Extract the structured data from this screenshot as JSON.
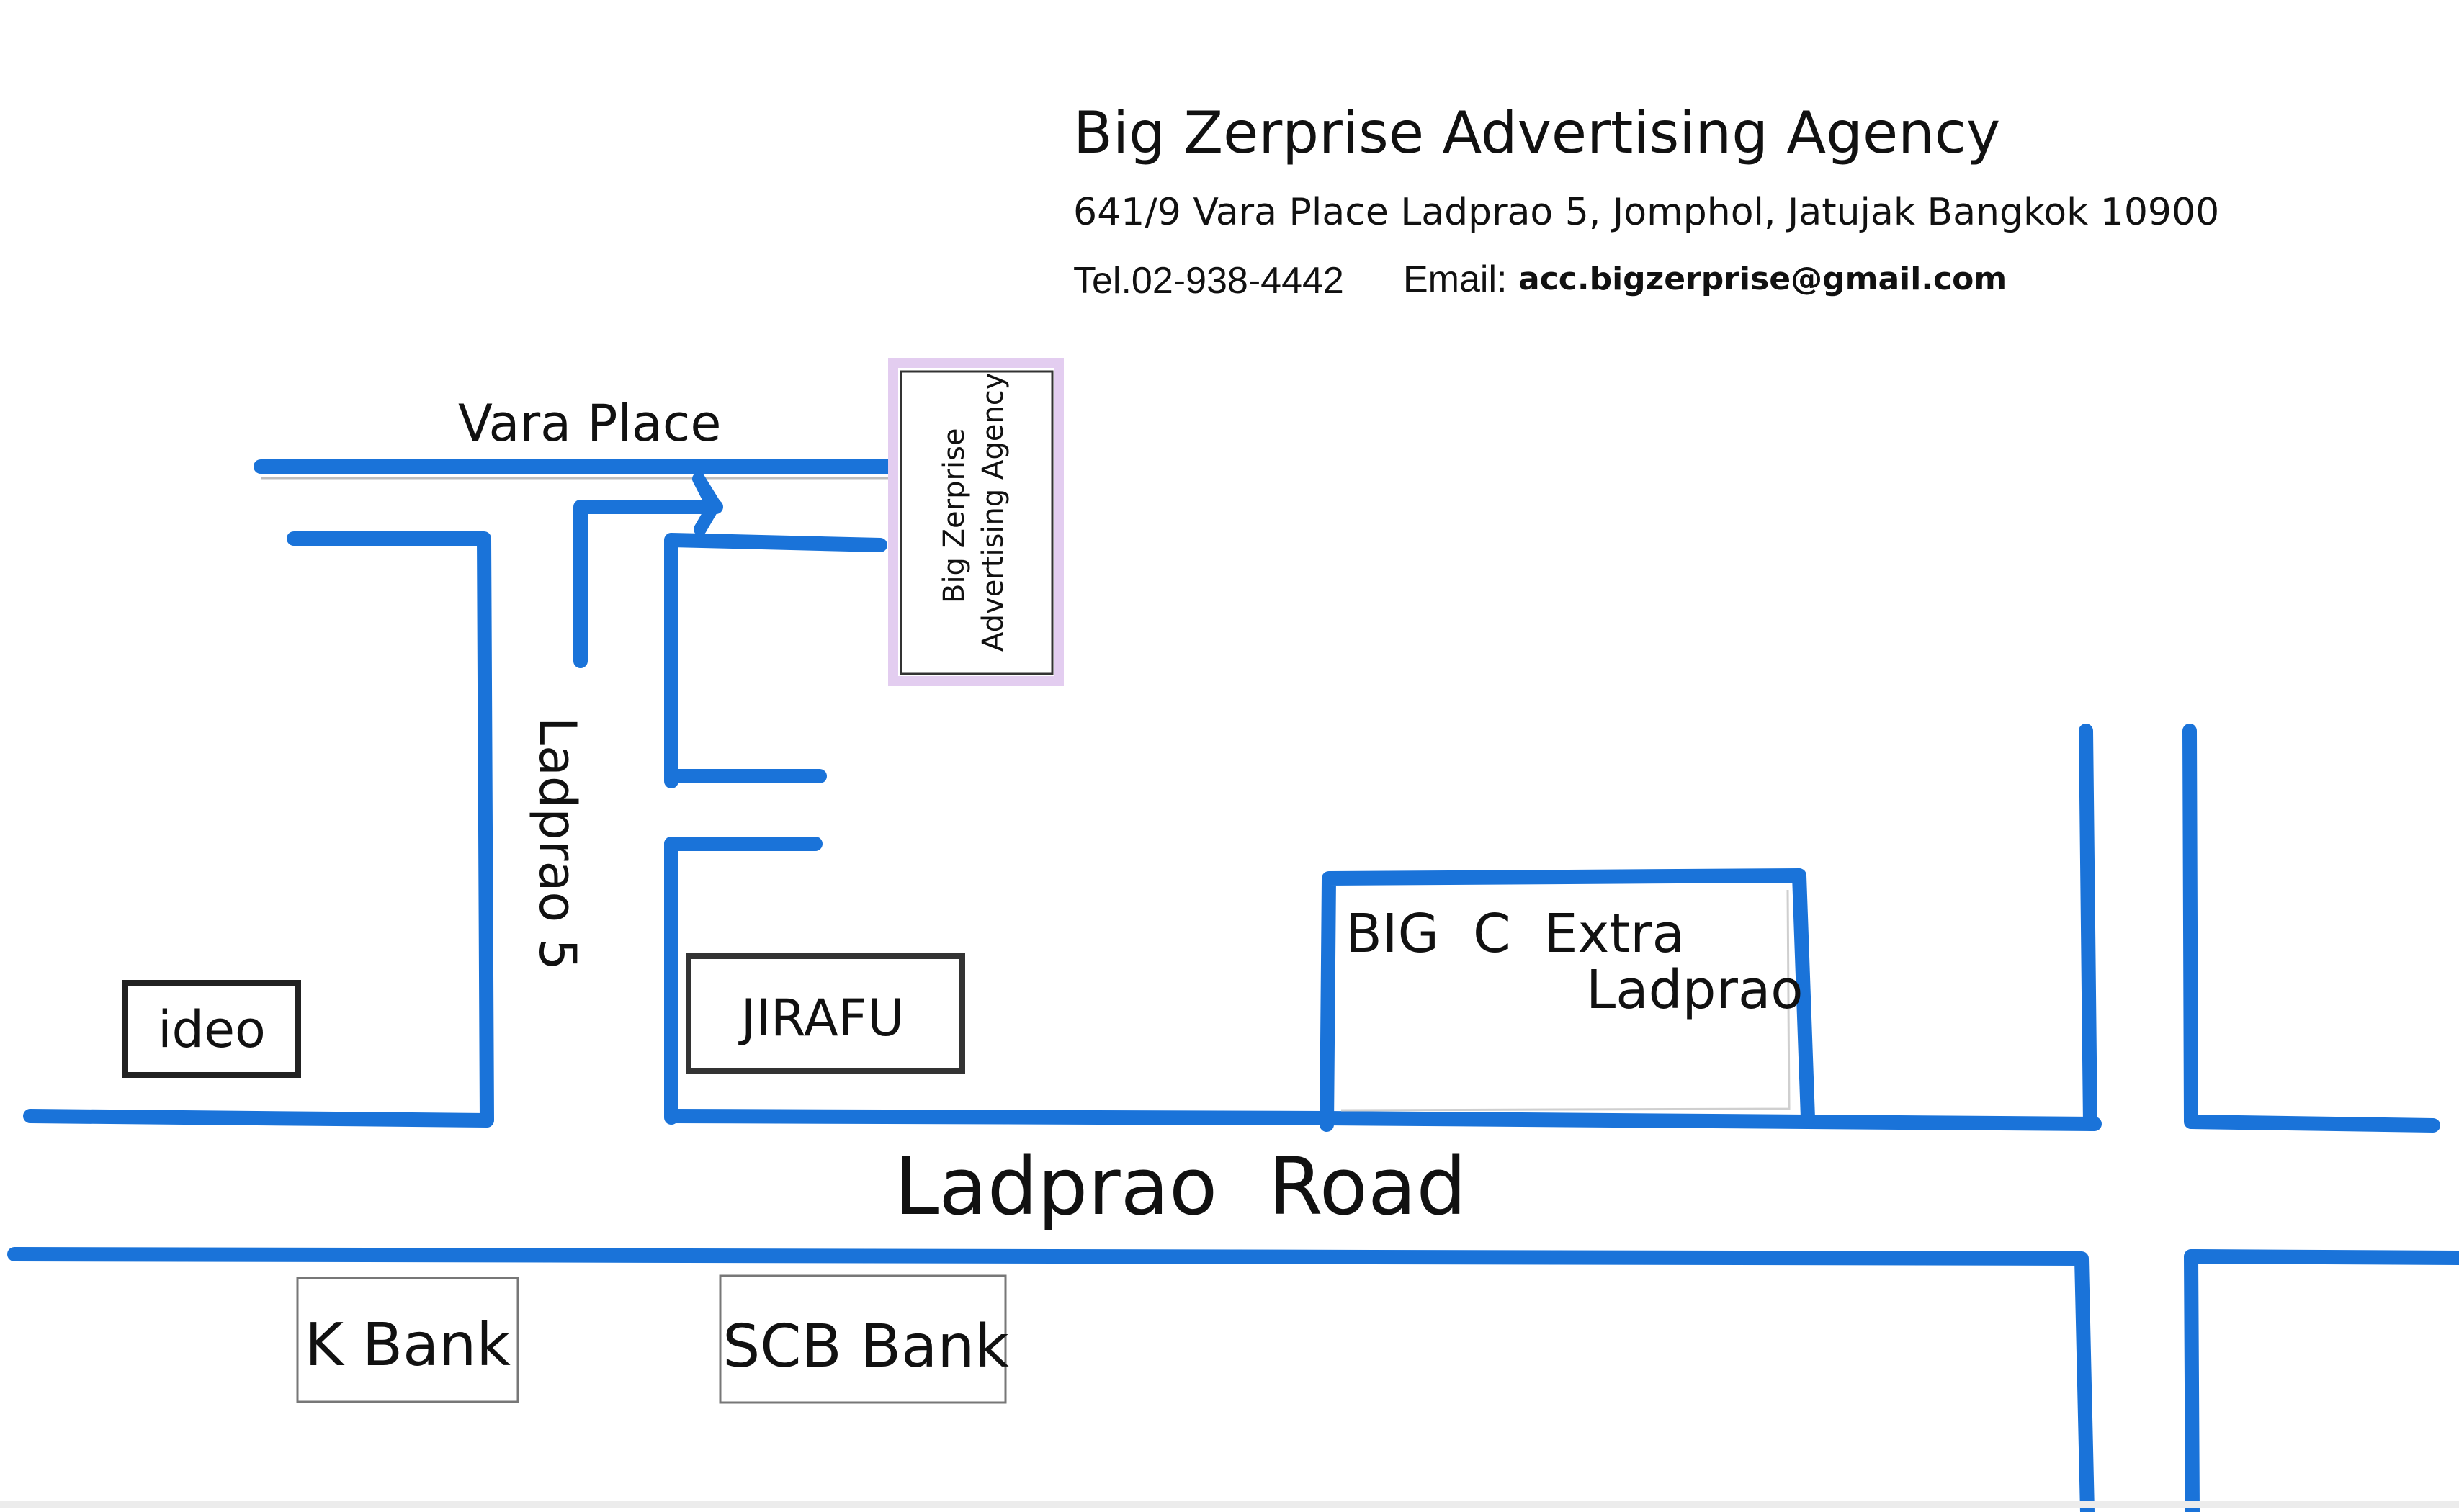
{
  "header": {
    "company_name": "Big Zerprise Advertising Agency",
    "address": "641/9 Vara Place Ladprao 5, Jomphol, Jatujak Bangkok 10900",
    "tel": "Tel.02-938-4442",
    "email_label": "Email:",
    "email_value": "acc.bigzerprise@gmail.com"
  },
  "streets": {
    "vara_place": "Vara Place",
    "ladprao_5": "Ladprao 5",
    "ladprao_road": "Ladprao  Road"
  },
  "places": {
    "agency_line1": "Big Zerprise",
    "agency_line2": "Advertising Agency",
    "ideo": "ideo",
    "jirafu": "JIRAFU",
    "big_c_line1": "BIG  C  Extra",
    "big_c_line2": "Ladprao",
    "k_bank": "K Bank",
    "scb_bank": "SCB Bank"
  },
  "colors": {
    "road": "#1a73d9",
    "agency_highlight": "#e3cdf0",
    "box_border": "#222222",
    "bank_border": "#777777"
  }
}
